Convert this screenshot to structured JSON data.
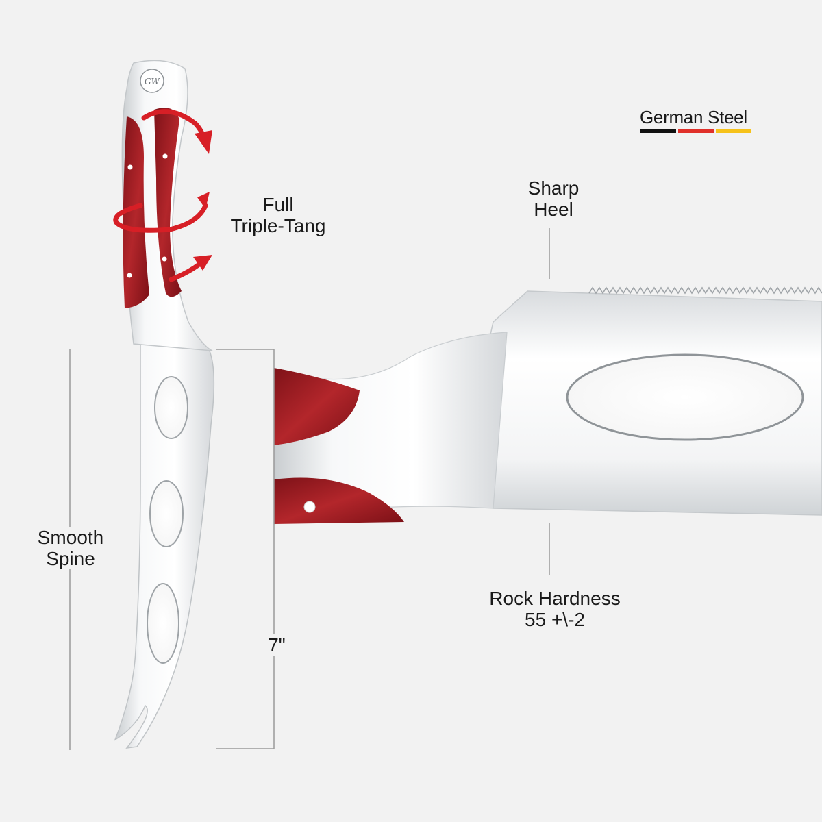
{
  "badge": {
    "title": "German Steel",
    "colors": [
      "#111111",
      "#e0302a",
      "#f6c21a"
    ]
  },
  "labels": {
    "full_tang": [
      "Full",
      "Triple-Tang"
    ],
    "sharp_heel": [
      "Sharp",
      "Heel"
    ],
    "smooth_spine": [
      "Smooth",
      "Spine"
    ],
    "rock_hardness": [
      "Rock Hardness",
      "55 +\\-2"
    ],
    "length": "7\""
  },
  "logo_text": "GW",
  "colors": {
    "background": "#f2f2f2",
    "wood": "#9e1f22",
    "arrow": "#d71f26",
    "steel": "#e9ecee"
  }
}
